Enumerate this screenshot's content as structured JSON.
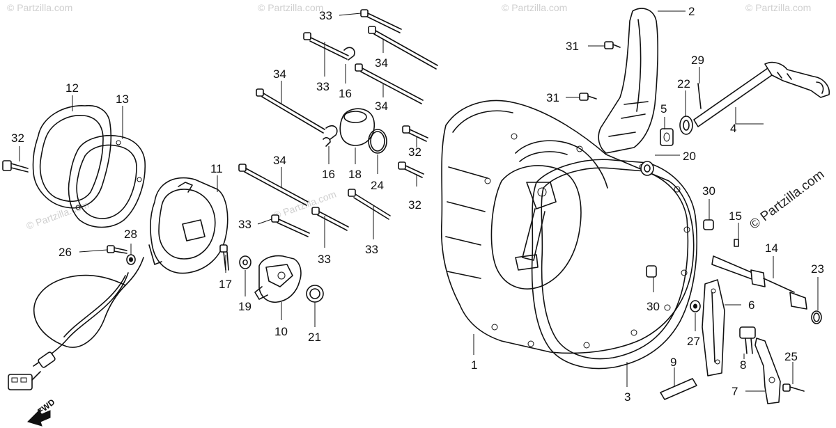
{
  "watermarks": {
    "side_text": "© Partzilla.com",
    "faint_text": "© Partzilla.com"
  },
  "fwd_label": "FWD",
  "callouts": {
    "c1": "1",
    "c2": "2",
    "c3": "3",
    "c4": "4",
    "c5": "5",
    "c6": "6",
    "c7": "7",
    "c8": "8",
    "c9": "9",
    "c10": "10",
    "c11": "11",
    "c12": "12",
    "c13": "13",
    "c14": "14",
    "c15": "15",
    "c16a": "16",
    "c16b": "16",
    "c17": "17",
    "c18": "18",
    "c19": "19",
    "c20": "20",
    "c21": "21",
    "c22": "22",
    "c23": "23",
    "c24": "24",
    "c25": "25",
    "c26": "26",
    "c27": "27",
    "c28": "28",
    "c29": "29",
    "c30a": "30",
    "c30b": "30",
    "c31a": "31",
    "c31b": "31",
    "c32a": "32",
    "c32b": "32",
    "c32c": "32",
    "c33a": "33",
    "c33b": "33",
    "c33c": "33",
    "c33d": "33",
    "c33e": "33",
    "c34a": "34",
    "c34b": "34",
    "c34c": "34",
    "c34d": "34"
  }
}
